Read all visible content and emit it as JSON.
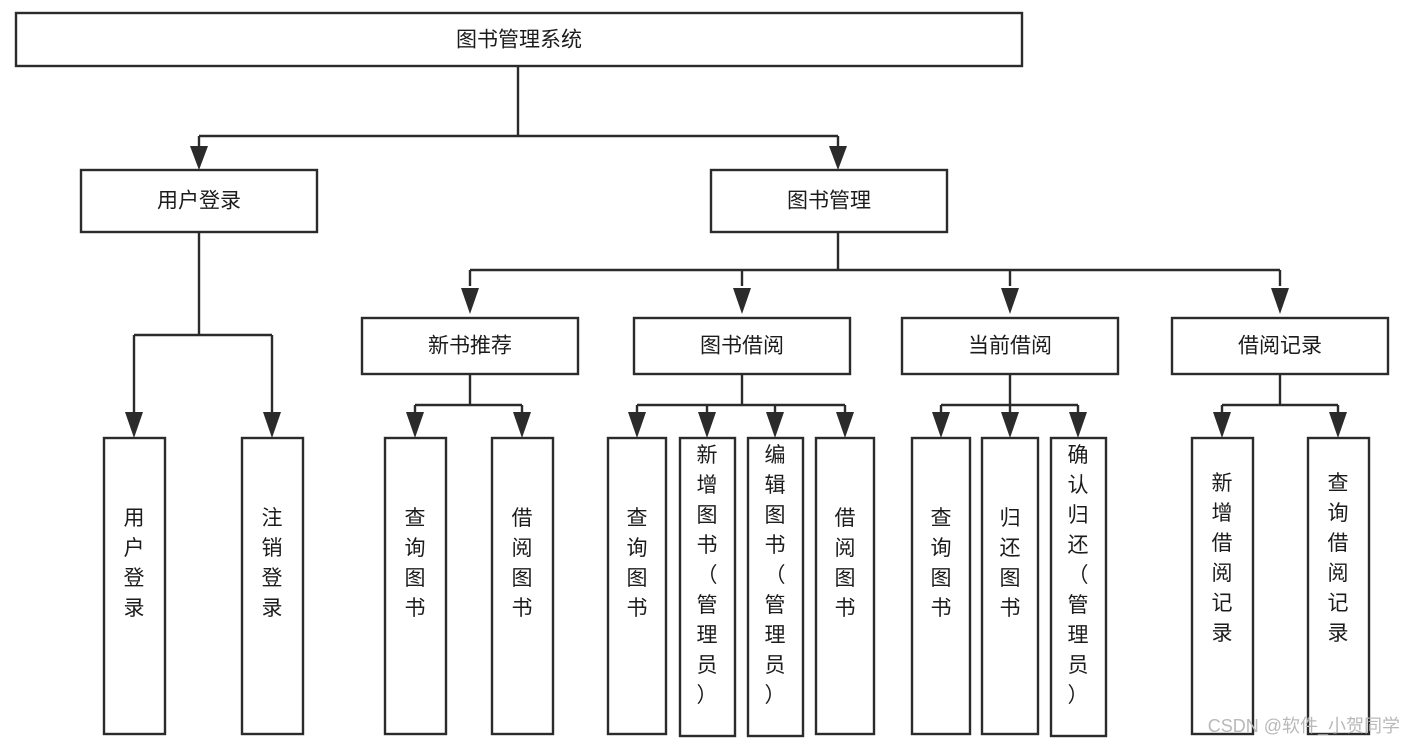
{
  "diagram": {
    "type": "tree-hierarchy-chart",
    "title": "图书管理系统",
    "orientation": "top-down",
    "style": {
      "box_fill": "#ffffff",
      "box_stroke": "#2b2b2b",
      "text_color": "#1c1c1c",
      "background": "#ffffff",
      "watermark_color": "#b9b9b9"
    },
    "root": {
      "id": "root",
      "label": "图书管理系统"
    },
    "level1": [
      {
        "id": "l1-user-login",
        "label": "用户登录"
      },
      {
        "id": "l1-book-manage",
        "label": "图书管理"
      }
    ],
    "level2": [
      {
        "id": "l2-new-book-rec",
        "label": "新书推荐",
        "parent": "l1-book-manage"
      },
      {
        "id": "l2-book-borrow",
        "label": "图书借阅",
        "parent": "l1-book-manage"
      },
      {
        "id": "l2-current-borrow",
        "label": "当前借阅",
        "parent": "l1-book-manage"
      },
      {
        "id": "l2-borrow-record",
        "label": "借阅记录",
        "parent": "l1-book-manage"
      }
    ],
    "leaves": [
      {
        "id": "leaf-user-login",
        "parent": "l1-user-login",
        "lines": [
          "用",
          "户",
          "登",
          "录"
        ]
      },
      {
        "id": "leaf-user-logout",
        "parent": "l1-user-login",
        "lines": [
          "注",
          "销",
          "登",
          "录"
        ]
      },
      {
        "id": "leaf-query-book-1",
        "parent": "l2-new-book-rec",
        "lines": [
          "查",
          "询",
          "图",
          "书"
        ]
      },
      {
        "id": "leaf-borrow-book-1",
        "parent": "l2-new-book-rec",
        "lines": [
          "借",
          "阅",
          "图",
          "书"
        ]
      },
      {
        "id": "leaf-query-book-2",
        "parent": "l2-book-borrow",
        "lines": [
          "查",
          "询",
          "图",
          "书"
        ]
      },
      {
        "id": "leaf-add-book-admin",
        "parent": "l2-book-borrow",
        "lines": [
          "新",
          "增",
          "图",
          "书",
          "（",
          "管",
          "理",
          "员",
          "）"
        ]
      },
      {
        "id": "leaf-edit-book-admin",
        "parent": "l2-book-borrow",
        "lines": [
          "编",
          "辑",
          "图",
          "书",
          "（",
          "管",
          "理",
          "员",
          "）"
        ]
      },
      {
        "id": "leaf-borrow-book-2",
        "parent": "l2-book-borrow",
        "lines": [
          "借",
          "阅",
          "图",
          "书"
        ]
      },
      {
        "id": "leaf-query-book-3",
        "parent": "l2-current-borrow",
        "lines": [
          "查",
          "询",
          "图",
          "书"
        ]
      },
      {
        "id": "leaf-return-book",
        "parent": "l2-current-borrow",
        "lines": [
          "归",
          "还",
          "图",
          "书"
        ]
      },
      {
        "id": "leaf-confirm-return-admin",
        "parent": "l2-current-borrow",
        "lines": [
          "确",
          "认",
          "归",
          "还",
          "（",
          "管",
          "理",
          "员",
          "）"
        ]
      },
      {
        "id": "leaf-add-borrow-record",
        "parent": "l2-borrow-record",
        "lines": [
          "新",
          "增",
          "借",
          "阅",
          "记",
          "录"
        ]
      },
      {
        "id": "leaf-query-borrow-record",
        "parent": "l2-borrow-record",
        "lines": [
          "查",
          "询",
          "借",
          "阅",
          "记",
          "录"
        ]
      }
    ],
    "leaf_labels_flat": [
      "用户登录",
      "注销登录",
      "查询图书",
      "借阅图书",
      "查询图书",
      "新增图书（管理员）",
      "编辑图书（管理员）",
      "借阅图书",
      "查询图书",
      "归还图书",
      "确认归还（管理员）",
      "新增借阅记录",
      "查询借阅记录"
    ],
    "watermark": "CSDN @软件_小贺同学"
  }
}
